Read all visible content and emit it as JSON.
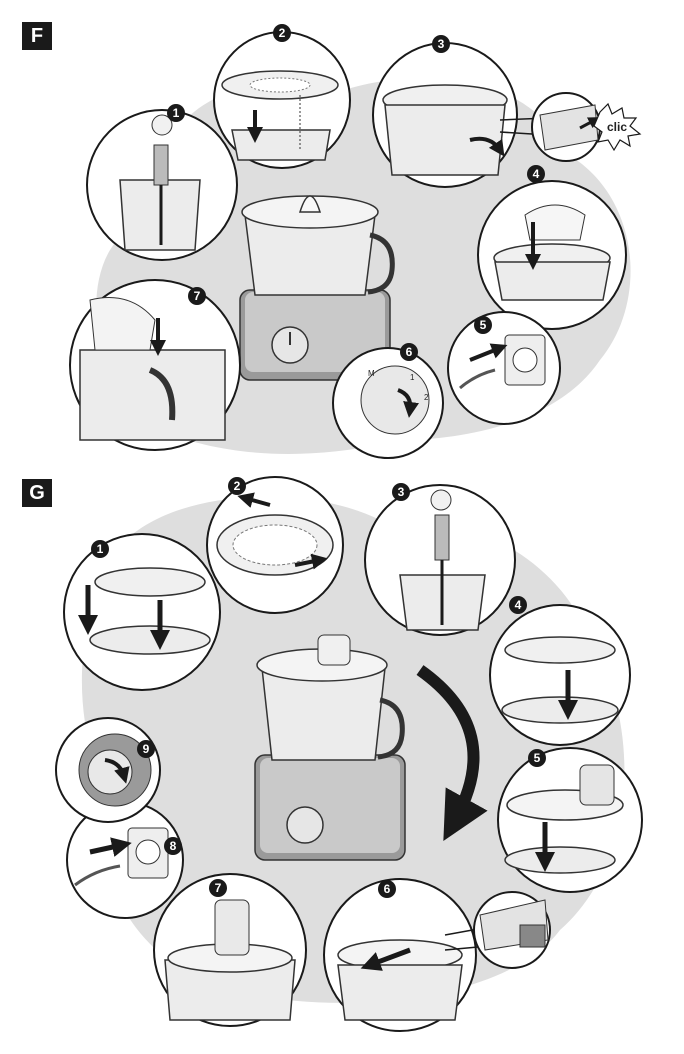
{
  "sections": [
    {
      "label": "F",
      "steps": [
        "1",
        "2",
        "3",
        "4",
        "5",
        "6",
        "7"
      ],
      "callout": "clic",
      "dial_labels": [
        "M",
        "1",
        "2"
      ]
    },
    {
      "label": "G",
      "steps": [
        "1",
        "2",
        "3",
        "4",
        "5",
        "6",
        "7",
        "8",
        "9"
      ]
    }
  ],
  "colors": {
    "ink": "#1a1a1a",
    "shadow": "#d9d9d9",
    "metal": "#9a9a9a",
    "glass": "#ececec"
  }
}
